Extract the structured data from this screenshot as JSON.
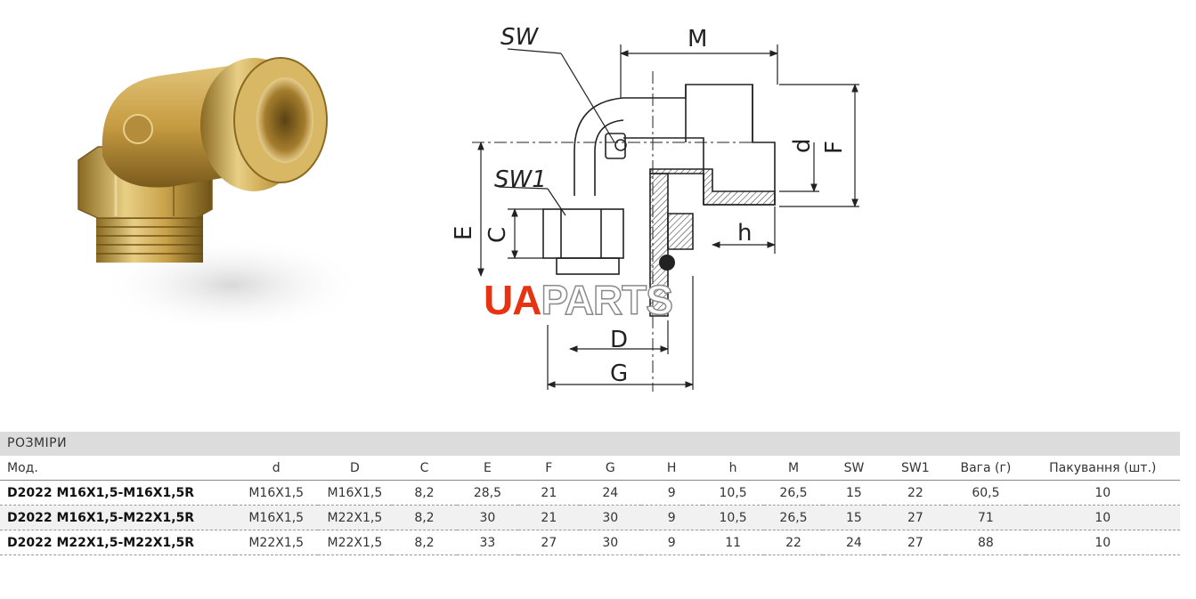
{
  "watermark": {
    "part_a": "UA",
    "part_b": "PARTS"
  },
  "drawing": {
    "labels": {
      "sw": "SW",
      "sw1": "SW1",
      "m": "M",
      "d_small": "d",
      "f": "F",
      "e": "E",
      "c": "C",
      "h": "h",
      "d_big": "D",
      "g": "G"
    }
  },
  "table": {
    "section_title": "РОЗМІРИ",
    "columns": [
      "Мод.",
      "d",
      "D",
      "C",
      "E",
      "F",
      "G",
      "H",
      "h",
      "M",
      "SW",
      "SW1",
      "Вага (г)",
      "Пакування (шт.)"
    ],
    "rows": [
      [
        "D2022 M16X1,5-M16X1,5R",
        "M16X1,5",
        "M16X1,5",
        "8,2",
        "28,5",
        "21",
        "24",
        "9",
        "10,5",
        "26,5",
        "15",
        "22",
        "60,5",
        "10"
      ],
      [
        "D2022 M16X1,5-M22X1,5R",
        "M16X1,5",
        "M22X1,5",
        "8,2",
        "30",
        "21",
        "30",
        "9",
        "10,5",
        "26,5",
        "15",
        "27",
        "71",
        "10"
      ],
      [
        "D2022 M22X1,5-M22X1,5R",
        "M22X1,5",
        "M22X1,5",
        "8,2",
        "33",
        "27",
        "30",
        "9",
        "11",
        "22",
        "24",
        "27",
        "88",
        "10"
      ]
    ]
  }
}
